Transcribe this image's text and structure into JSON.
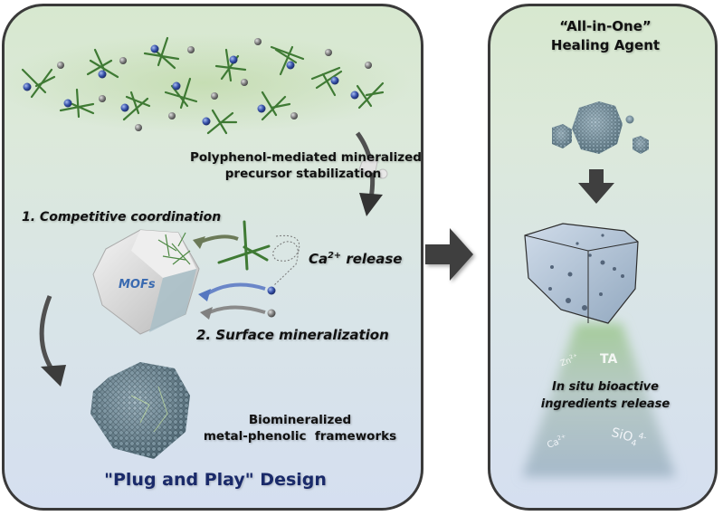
{
  "left_panel": {
    "precursor_label_line1": "Polyphenol-mediated mineralized",
    "precursor_label_line2": "precursor stabilization",
    "step1_label": "1. Competitive coordination",
    "ca_release": {
      "base": "Ca",
      "sup": "2+",
      "suffix": " release"
    },
    "mofs_label": "MOFs",
    "step2_label": "2. Surface mineralization",
    "product_label_line1": "Biomineralized",
    "product_label_line2": "metal-phenolic  frameworks",
    "design_title": "\"Plug and Play\" Design"
  },
  "right_panel": {
    "title_line1": "“All-in-One”",
    "title_line2": "Healing Agent",
    "release_label_line1": "In situ bioactive",
    "release_label_line2": "ingredients release",
    "ions": {
      "zn": {
        "base": "Zn",
        "sup": "2+"
      },
      "ta": "TA",
      "ca": {
        "base": "Ca",
        "sup": "2+"
      },
      "sio4": {
        "base": "SiO",
        "sub": "4",
        "sup": "4-"
      }
    }
  },
  "colors": {
    "panel_border": "#3a3a3a",
    "polyphenol_green": "#3f7a34",
    "calcium_blue": "#3550a8",
    "particle_gray": "#7a7a7a",
    "arrow_dark": "#404040",
    "design_title_navy": "#1a2a6a",
    "mofs_blue": "#3a6ab0"
  }
}
